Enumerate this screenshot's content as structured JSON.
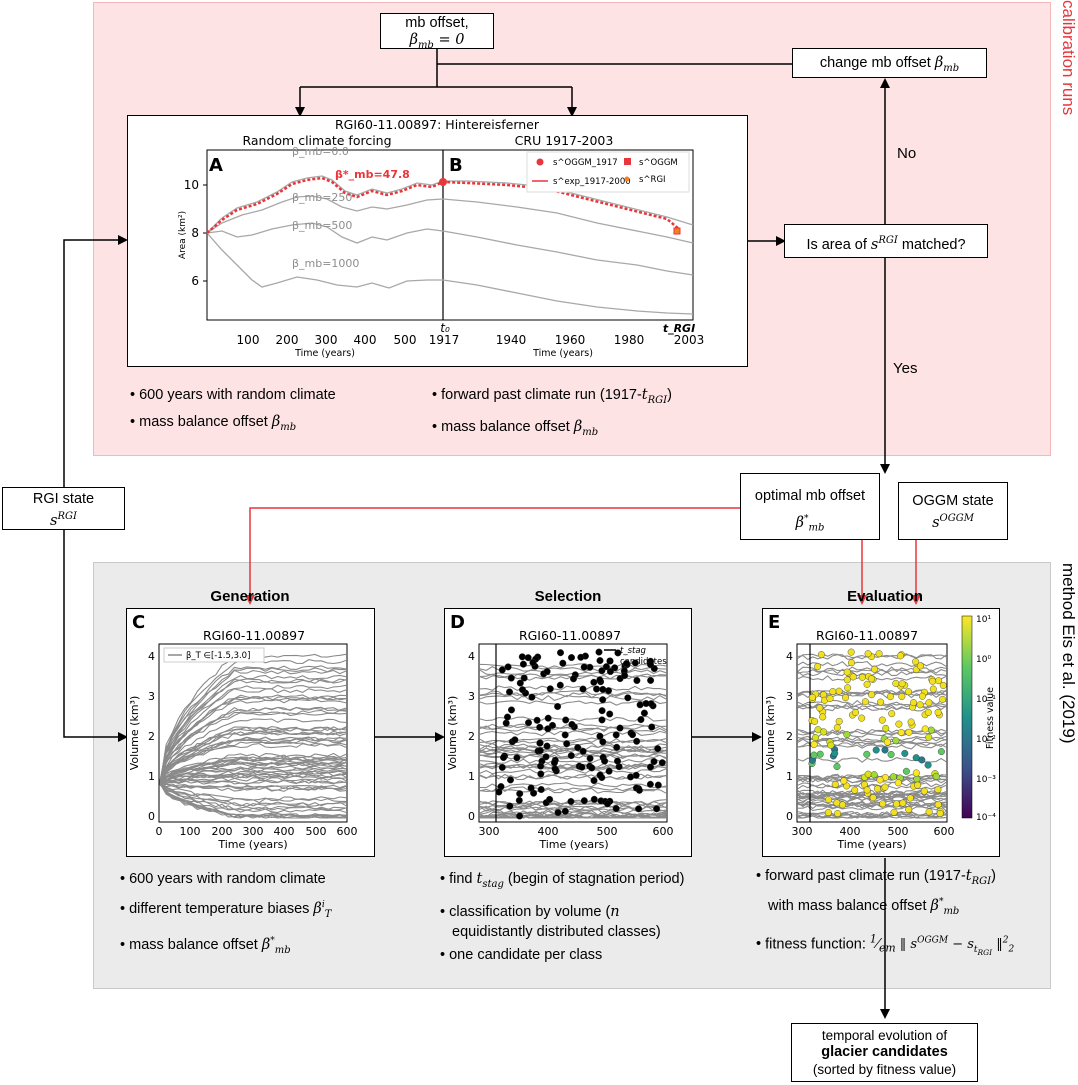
{
  "labels": {
    "calibration_runs": "calibration runs",
    "method": "method Eis et al. (2019)"
  },
  "boxes": {
    "mb_offset_title": "mb offset,",
    "mb_offset_eq": "β_mb = 0",
    "change_mb": "change mb offset β_mb",
    "is_area": "Is area of s^RGI matched?",
    "no": "No",
    "yes": "Yes",
    "rgi_state": "RGI state",
    "rgi_state_sym": "s^RGI",
    "optimal_mb": "optimal mb offset",
    "optimal_mb_sym": "β*_mb",
    "oggm_state": "OGGM state",
    "oggm_state_sym": "s^OGGM",
    "temporal_1": "temporal evolution of",
    "temporal_2": "glacier candidates",
    "temporal_3": "(sorted by fitness value)"
  },
  "calib_chart": {
    "title": "RGI60-11.00897: Hintereisferner",
    "left_sub": "Random climate forcing",
    "right_sub": "CRU 1917-2003",
    "panel_a": "A",
    "panel_b": "B",
    "ylabel": "Area (km²)",
    "xlabel_left": "Time (years)",
    "xlabel_right": "Time (years)",
    "yticks": [
      "10",
      "8",
      "6"
    ],
    "xticks_left": [
      "100",
      "200",
      "300",
      "400",
      "500"
    ],
    "xticks_right": [
      "1917",
      "1940",
      "1960",
      "1980",
      "2003"
    ],
    "t0": "t₀",
    "trgi": "t_RGI",
    "curve_labels": [
      "β_mb=0.0",
      "β_mb=250",
      "β_mb=500",
      "β_mb=1000"
    ],
    "optimal_label": "β*_mb=47.8",
    "legend": [
      "s^OGGM_1917",
      "s^OGGM",
      "s^exp_1917-2000",
      "s^RGI"
    ],
    "colors": {
      "optimal": "#e8363a",
      "gray": "#a8a8a8",
      "rgi": "#f58220"
    }
  },
  "calib_bullets_left": [
    "600 years with random climate",
    "mass balance offset β_mb"
  ],
  "calib_bullets_right": [
    "forward past climate run (1917-t_RGI)",
    "mass balance offset β_mb"
  ],
  "sections": {
    "generation": "Generation",
    "selection": "Selection",
    "evaluation": "Evaluation"
  },
  "panels": {
    "c": {
      "letter": "C",
      "title": "RGI60-11.00897",
      "legend": "β_T ∈[-1.5,3.0]",
      "ylabel": "Volume (km³)",
      "xlabel": "Time (years)",
      "xticks": [
        "0",
        "100",
        "200",
        "300",
        "400",
        "500",
        "600"
      ],
      "yticks": [
        "0",
        "1",
        "2",
        "3",
        "4"
      ]
    },
    "d": {
      "letter": "D",
      "title": "RGI60-11.00897",
      "legend": [
        "t_stag",
        "candidates"
      ],
      "ylabel": "Volume (km³)",
      "xlabel": "Time (years)",
      "xticks": [
        "300",
        "400",
        "500",
        "600"
      ],
      "yticks": [
        "0",
        "1",
        "2",
        "3",
        "4"
      ]
    },
    "e": {
      "letter": "E",
      "title": "RGI60-11.00897",
      "ylabel": "Volume (km³)",
      "xlabel": "Time (years)",
      "xticks": [
        "300",
        "400",
        "500",
        "600"
      ],
      "yticks": [
        "0",
        "1",
        "2",
        "3",
        "4"
      ],
      "cbar_label": "Fitness value",
      "cbar_ticks": [
        "10¹",
        "10⁰",
        "10⁻¹",
        "10⁻²",
        "10⁻³",
        "10⁻⁴"
      ]
    }
  },
  "method_bullets": {
    "generation": [
      "600 years with random climate",
      "different temperature biases β^i_T",
      "mass balance offset β*_mb"
    ],
    "selection": [
      "find t_stag (begin of stagnation period)",
      "classification by volume (n",
      "equidistantly distributed classes)",
      "one candidate per class"
    ],
    "evaluation": [
      "forward past climate run (1917-t_RGI)",
      "with mass balance offset β*_mb",
      "fitness function: 1/em ‖ s^OGGM − s_tRGI ‖²₂"
    ]
  }
}
